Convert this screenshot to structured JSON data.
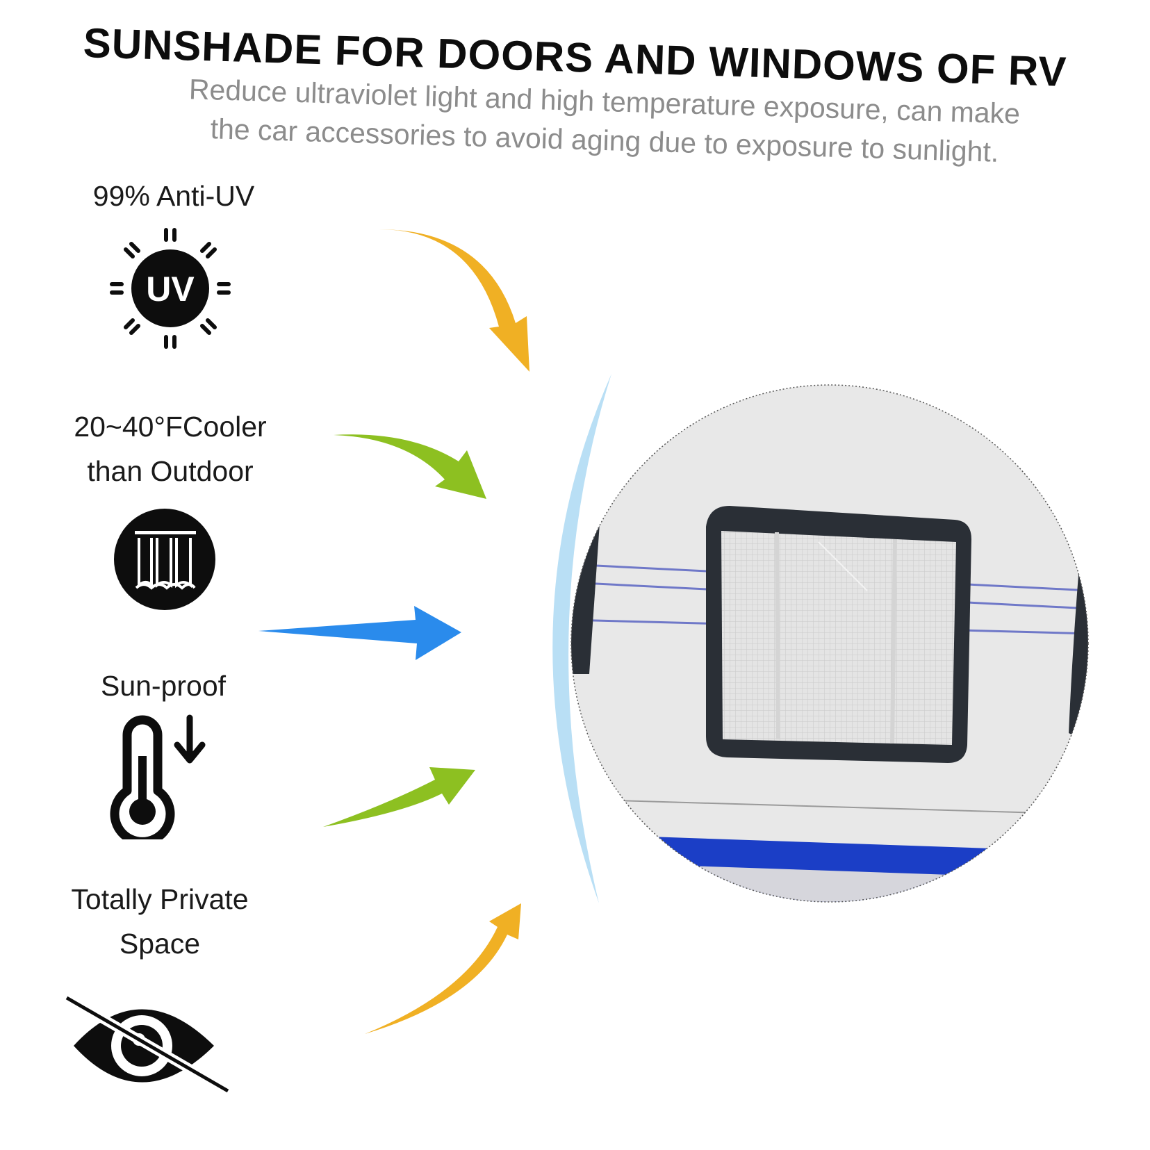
{
  "header": {
    "title": "SUNSHADE FOR DOORS AND WINDOWS OF RV",
    "subtitle_line1": "Reduce ultraviolet light and high temperature exposure, can make",
    "subtitle_line2": "the car accessories to avoid aging due to exposure to sunlight."
  },
  "features": [
    {
      "label_line1": "99% Anti-UV",
      "label_line2": "",
      "icon": "uv-sun-icon",
      "icon_text": "UV"
    },
    {
      "label_line1": "20~40°FCooler",
      "label_line2": "than Outdoor",
      "icon": "curtain-icon"
    },
    {
      "label_line1": "Sun-proof",
      "label_line2": "",
      "icon": "thermometer-down-icon"
    },
    {
      "label_line1": "Totally Private",
      "label_line2": "Space",
      "icon": "eye-crossed-icon"
    }
  ],
  "colors": {
    "arrow_orange": "#f0b024",
    "arrow_green": "#8dc021",
    "arrow_blue": "#2a8bec",
    "arc_light_blue": "#b9dff5",
    "rv_blue_stripe": "#1b3ec6"
  }
}
